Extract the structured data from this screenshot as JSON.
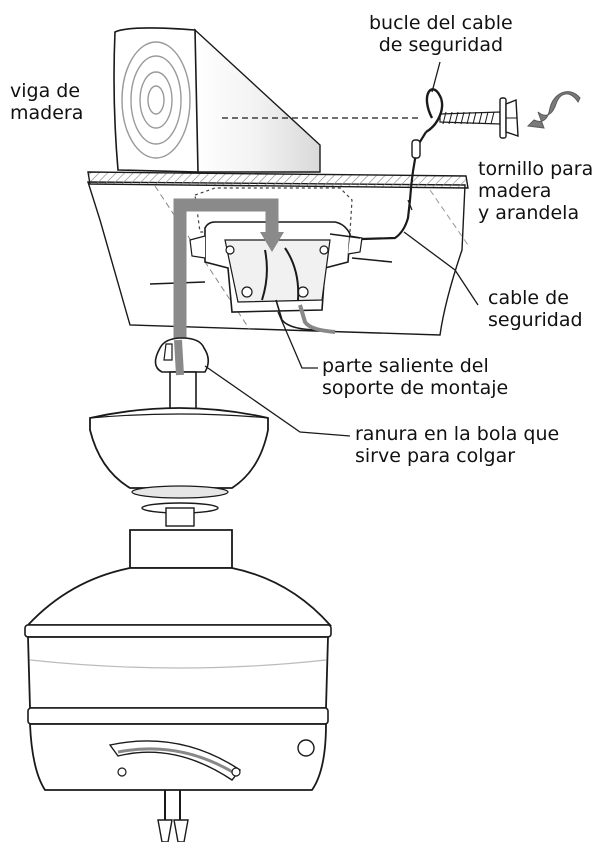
{
  "labels": {
    "wood_beam": [
      "viga de",
      "madera"
    ],
    "safety_cable_loop": [
      "bucle del cable",
      "de seguridad"
    ],
    "wood_screw_washer": [
      "tornillo para",
      "madera",
      "y arandela"
    ],
    "safety_cable": [
      "cable de",
      "seguridad"
    ],
    "bracket_tab": [
      "parte saliente del",
      "soporte de montaje"
    ],
    "ball_slot": [
      "ranura en la bola que",
      "sirve para colgar"
    ]
  },
  "colors": {
    "line": "#1a1a1a",
    "bracket_gray": "#8a8a8a",
    "arrow_gray": "#7a7a7a",
    "shade_light": "#e4e4e4",
    "shade_mid": "#c8c8c8"
  },
  "icons": [
    "curved-arrow-icon",
    "wood-grain-icon",
    "screw-icon"
  ]
}
